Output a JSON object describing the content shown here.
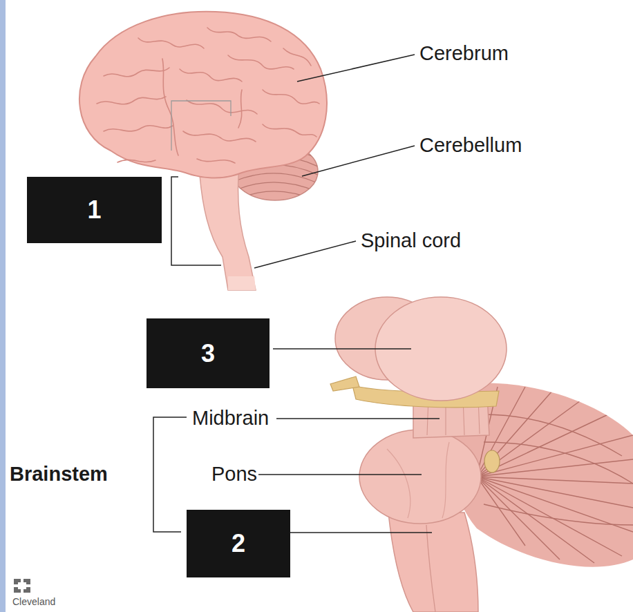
{
  "diagram": {
    "nodes": [
      {
        "text": [
          "1"
        ]
      },
      {
        "text": [
          "3"
        ]
      },
      {
        "text": [
          "2"
        ]
      }
    ],
    "labels": [
      "Cerebrum",
      "Cerebellum",
      "Spinal cord",
      "Midbrain",
      "Brainstem",
      "Pons",
      "Cleveland"
    ]
  }
}
